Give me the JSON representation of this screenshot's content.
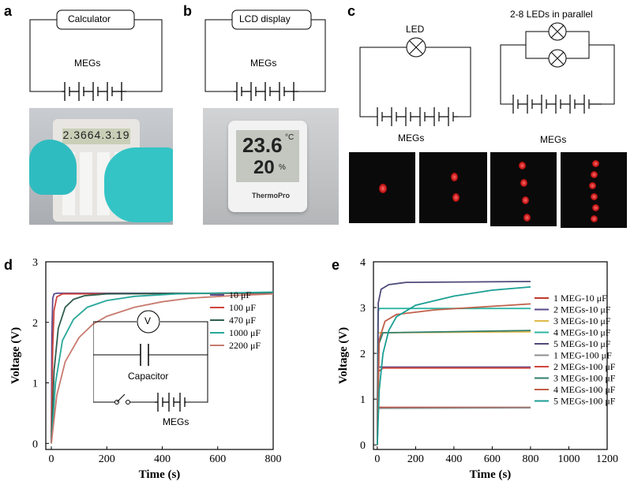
{
  "panels": {
    "a": {
      "letter": "a",
      "box_label": "Calculator",
      "battery_label": "MEGs",
      "display_digits": "2.3664.3.19"
    },
    "b": {
      "letter": "b",
      "box_label": "LCD display",
      "battery_label": "MEGs",
      "temp": "23.6",
      "temp_unit": "°C",
      "humidity": "20",
      "humidity_unit": "%",
      "brand": "ThermoPro"
    },
    "c": {
      "letter": "c",
      "led_label": "LED",
      "parallel_label": "2-8 LEDs in parallel",
      "battery_label_1": "MEGs",
      "battery_label_2": "MEGs"
    },
    "d": {
      "letter": "d",
      "inset_meter": "V",
      "inset_capacitor": "Capacitor",
      "inset_megs": "MEGs"
    },
    "e": {
      "letter": "e"
    }
  },
  "chart_data": [
    {
      "type": "line",
      "panel": "d",
      "xlabel": "Time (s)",
      "ylabel": "Voltage (V)",
      "xlim": [
        -20,
        800
      ],
      "ylim": [
        -0.1,
        3
      ],
      "xticks": [
        0,
        200,
        400,
        600,
        800
      ],
      "yticks": [
        0,
        1,
        2,
        3
      ],
      "legend_position": "right-middle",
      "series": [
        {
          "name": "10 μF",
          "color": "#5b4a8c",
          "points": [
            [
              0,
              0
            ],
            [
              2,
              1.8
            ],
            [
              5,
              2.4
            ],
            [
              10,
              2.47
            ],
            [
              20,
              2.48
            ],
            [
              800,
              2.48
            ]
          ]
        },
        {
          "name": "100 μF",
          "color": "#d0453d",
          "points": [
            [
              0,
              0
            ],
            [
              5,
              1.6
            ],
            [
              10,
              2.2
            ],
            [
              20,
              2.42
            ],
            [
              40,
              2.47
            ],
            [
              800,
              2.48
            ]
          ]
        },
        {
          "name": "470 μF",
          "color": "#2f5e4e",
          "points": [
            [
              0,
              0
            ],
            [
              10,
              1.2
            ],
            [
              25,
              1.9
            ],
            [
              50,
              2.25
            ],
            [
              80,
              2.38
            ],
            [
              120,
              2.44
            ],
            [
              200,
              2.47
            ],
            [
              800,
              2.49
            ]
          ]
        },
        {
          "name": "1000 μF",
          "color": "#27a89a",
          "points": [
            [
              0,
              0
            ],
            [
              15,
              1.0
            ],
            [
              40,
              1.7
            ],
            [
              80,
              2.05
            ],
            [
              130,
              2.25
            ],
            [
              200,
              2.36
            ],
            [
              300,
              2.43
            ],
            [
              450,
              2.47
            ],
            [
              800,
              2.5
            ]
          ]
        },
        {
          "name": "2200 μF",
          "color": "#c87a6f",
          "points": [
            [
              0,
              0
            ],
            [
              20,
              0.8
            ],
            [
              50,
              1.35
            ],
            [
              100,
              1.75
            ],
            [
              150,
              1.97
            ],
            [
              200,
              2.1
            ],
            [
              300,
              2.25
            ],
            [
              400,
              2.34
            ],
            [
              500,
              2.4
            ],
            [
              650,
              2.44
            ],
            [
              800,
              2.47
            ]
          ]
        }
      ]
    },
    {
      "type": "line",
      "panel": "e",
      "xlabel": "Time (s)",
      "ylabel": "Voltage (V)",
      "xlim": [
        -20,
        1200
      ],
      "ylim": [
        -0.1,
        4
      ],
      "xticks": [
        0,
        200,
        400,
        600,
        800,
        1000,
        1200
      ],
      "yticks": [
        0,
        1,
        2,
        3,
        4
      ],
      "legend_position": "right-middle",
      "series": [
        {
          "name": "1 MEG-10 μF",
          "color": "#c0392b",
          "points": [
            [
              0,
              0
            ],
            [
              3,
              0.82
            ],
            [
              800,
              0.82
            ]
          ]
        },
        {
          "name": "2 MEGs-10 μF",
          "color": "#5b4a8c",
          "points": [
            [
              0,
              0
            ],
            [
              3,
              1.7
            ],
            [
              800,
              1.7
            ]
          ]
        },
        {
          "name": "3 MEGs-10 μF",
          "color": "#e0b94a",
          "points": [
            [
              0,
              0
            ],
            [
              3,
              2.45
            ],
            [
              800,
              2.47
            ]
          ]
        },
        {
          "name": "4 MEGs-10 μF",
          "color": "#2fb5a3",
          "points": [
            [
              0,
              0
            ],
            [
              4,
              2.9
            ],
            [
              10,
              2.98
            ],
            [
              800,
              2.98
            ]
          ]
        },
        {
          "name": "5 MEGs-10 μF",
          "color": "#4e4a7a",
          "points": [
            [
              0,
              0
            ],
            [
              5,
              3.1
            ],
            [
              20,
              3.4
            ],
            [
              60,
              3.5
            ],
            [
              150,
              3.55
            ],
            [
              800,
              3.57
            ]
          ]
        },
        {
          "name": "1 MEG-100 μF",
          "color": "#8e8e8e",
          "points": [
            [
              0,
              0
            ],
            [
              5,
              0.8
            ],
            [
              800,
              0.81
            ]
          ]
        },
        {
          "name": "2 MEGs-100 μF",
          "color": "#d0453d",
          "points": [
            [
              0,
              0
            ],
            [
              6,
              1.6
            ],
            [
              30,
              1.68
            ],
            [
              800,
              1.68
            ]
          ]
        },
        {
          "name": "3 MEGs-100 μF",
          "color": "#2f7e6e",
          "points": [
            [
              0,
              0
            ],
            [
              8,
              2.2
            ],
            [
              30,
              2.45
            ],
            [
              800,
              2.5
            ]
          ]
        },
        {
          "name": "4 MEGs-100 μF",
          "color": "#c0604a",
          "points": [
            [
              0,
              0
            ],
            [
              10,
              2.3
            ],
            [
              40,
              2.7
            ],
            [
              100,
              2.85
            ],
            [
              300,
              2.95
            ],
            [
              800,
              3.08
            ]
          ]
        },
        {
          "name": "5 MEGs-100 μF",
          "color": "#1a9e94",
          "points": [
            [
              0,
              0
            ],
            [
              10,
              1.2
            ],
            [
              30,
              2.0
            ],
            [
              60,
              2.5
            ],
            [
              100,
              2.8
            ],
            [
              200,
              3.05
            ],
            [
              400,
              3.25
            ],
            [
              600,
              3.38
            ],
            [
              800,
              3.45
            ]
          ]
        }
      ]
    }
  ]
}
